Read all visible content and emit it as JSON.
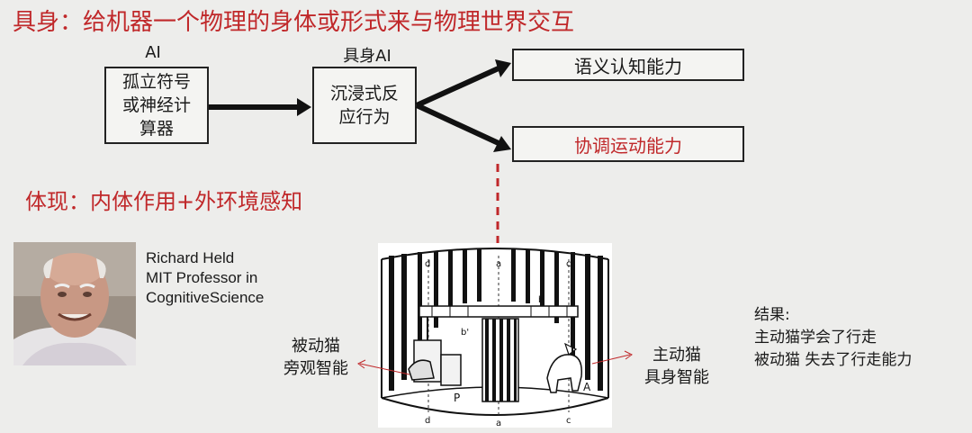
{
  "title": "具身：给机器一个物理的身体或形式来与物理世界交互",
  "diagram": {
    "ai_label": "AI",
    "ai_box": "孤立符号\n或神经计\n算器",
    "embodied_label": "具身AI",
    "embodied_box": "沉浸式反\n应行为",
    "branch_top": "语义认知能力",
    "branch_bottom": "协调运动能力",
    "colors": {
      "red": "#c0282a",
      "box_border": "#222222"
    }
  },
  "subtitle": "体现：内体作用+外环境感知",
  "person": {
    "name": "Richard Held",
    "role": "MIT Professor in",
    "field": "CognitiveScience"
  },
  "experiment": {
    "passive_label": "被动猫\n旁观智能",
    "active_label": "主动猫\n具身智能",
    "letters": [
      "d",
      "a",
      "c",
      "b",
      "b'",
      "P",
      "A",
      "d",
      "a",
      "c"
    ]
  },
  "results": {
    "heading": "结果:",
    "line1": "主动猫学会了行走",
    "line2": "被动猫 失去了行走能力"
  }
}
